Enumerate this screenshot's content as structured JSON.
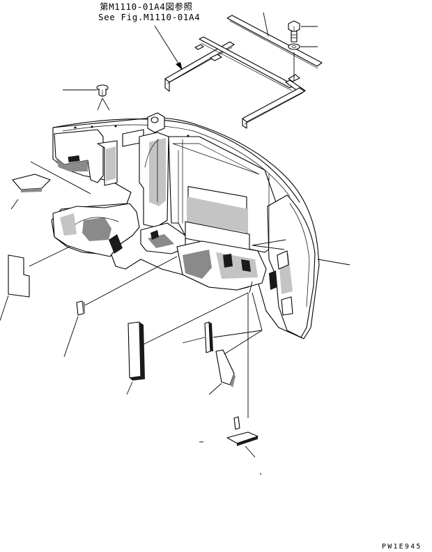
{
  "reference_note": {
    "line_jp": "第M1110-01A4図参照",
    "line_en": "See Fig.M1110-01A4"
  },
  "drawing_code": "PW1E945"
}
